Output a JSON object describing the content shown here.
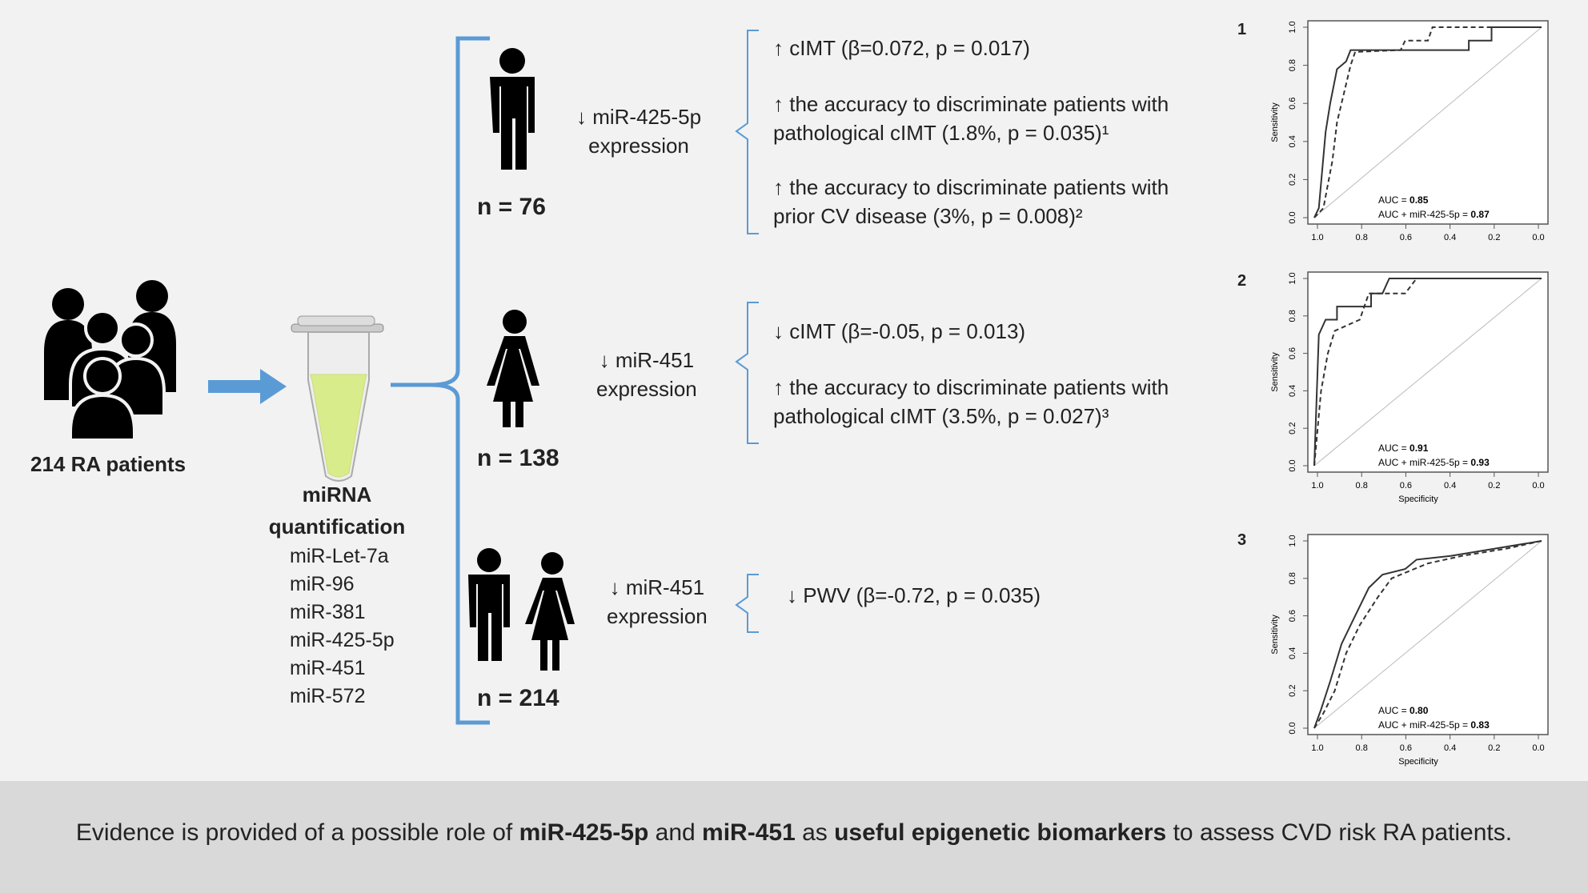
{
  "colors": {
    "bracket": "#5b9bd5",
    "arrow": "#5b9bd5",
    "tube_liquid": "#d9ec8c",
    "footer_bg": "#d9d9d9",
    "icon": "#000000"
  },
  "left": {
    "patients_label": "214 RA patients",
    "quantification_title": "miRNA quantification",
    "mirna_list": [
      "miR-Let-7a",
      "miR-96",
      "miR-381",
      "miR-425-5p",
      "miR-451",
      "miR-572"
    ]
  },
  "groups": [
    {
      "icon": "man-icon",
      "n_label": "n = 76",
      "expression": [
        "↓ miR-425-5p",
        "expression"
      ],
      "findings": [
        {
          "lines": [
            "↑ cIMT (β=0.072, p = 0.017)"
          ]
        },
        {
          "lines": [
            "↑ the accuracy to discriminate patients with",
            "pathological cIMT (1.8%, p = 0.035)¹"
          ]
        },
        {
          "lines": [
            "↑ the accuracy to discriminate patients with",
            "prior CV disease (3%, p = 0.008)²"
          ]
        }
      ]
    },
    {
      "icon": "woman-icon",
      "n_label": "n = 138",
      "expression": [
        "↓ miR-451",
        "expression"
      ],
      "findings": [
        {
          "lines": [
            "↓ cIMT (β=-0.05, p = 0.013)"
          ]
        },
        {
          "lines": [
            "↑ the accuracy to discriminate patients with",
            "pathological cIMT (3.5%, p = 0.027)³"
          ]
        }
      ]
    },
    {
      "icon": "man-and-woman-icon",
      "n_label": "n = 214",
      "expression": [
        "↓ miR-451",
        "expression"
      ],
      "findings": [
        {
          "lines": [
            "↓ PWV (β=-0.72, p = 0.035)"
          ]
        }
      ]
    }
  ],
  "roc_panels": [
    {
      "number": "1",
      "auc_prefix": "AUC = ",
      "auc": "0.85",
      "auc2_prefix": "AUC + miR-425-5p = ",
      "auc2": "0.87",
      "ylabel": "Sensitivity",
      "xlabel": "",
      "yticks": [
        "1.0",
        "0.8",
        "0.6",
        "0.4",
        "0.2",
        "0.0"
      ],
      "xticks": [
        "1.0",
        "0.8",
        "0.6",
        "0.4",
        "0.2",
        "0.0"
      ]
    },
    {
      "number": "2",
      "auc_prefix": "AUC = ",
      "auc": "0.91",
      "auc2_prefix": "AUC + miR-425-5p = ",
      "auc2": "0.93",
      "ylabel": "Sensitivity",
      "xlabel": "Specificity",
      "yticks": [
        "1.0",
        "0.8",
        "0.6",
        "0.4",
        "0.2",
        "0.0"
      ],
      "xticks": [
        "1.0",
        "0.8",
        "0.6",
        "0.4",
        "0.2",
        "0.0"
      ]
    },
    {
      "number": "3",
      "auc_prefix": "AUC = ",
      "auc": "0.80",
      "auc2_prefix": "AUC + miR-425-5p = ",
      "auc2": "0.83",
      "ylabel": "Sensitivity",
      "xlabel": "Specificity",
      "yticks": [
        "1.0",
        "0.8",
        "0.6",
        "0.4",
        "0.2",
        "0.0"
      ],
      "xticks": [
        "1.0",
        "0.8",
        "0.6",
        "0.4",
        "0.2",
        "0.0"
      ]
    }
  ],
  "footer": {
    "segments": [
      {
        "text": "Evidence is provided of a possible role of ",
        "bold": false
      },
      {
        "text": "miR-425-5p",
        "bold": true
      },
      {
        "text": " and ",
        "bold": false
      },
      {
        "text": "miR-451",
        "bold": true
      },
      {
        "text": " as ",
        "bold": false
      },
      {
        "text": "useful epigenetic biomarkers",
        "bold": true
      },
      {
        "text": " to assess CVD risk RA patients.",
        "bold": false
      }
    ]
  }
}
